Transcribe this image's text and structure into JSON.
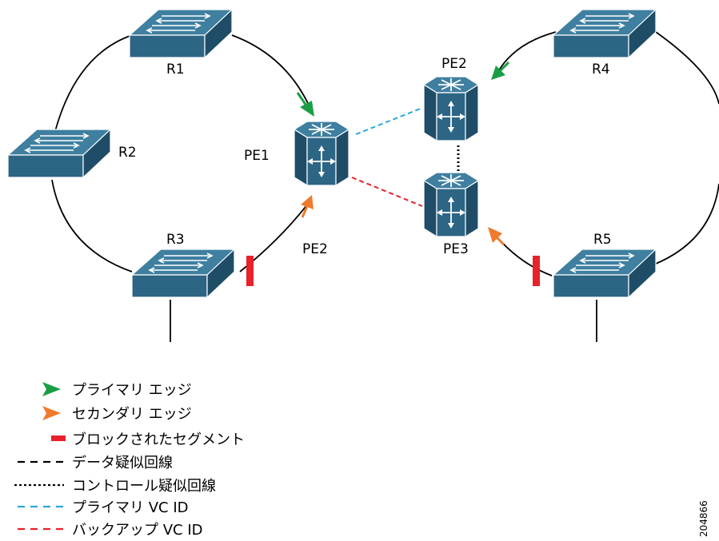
{
  "nodes": {
    "r1": "R1",
    "r2": "R2",
    "r3": "R3",
    "r4": "R4",
    "r5": "R5",
    "pe1": "PE1",
    "pe2_right": "PE2",
    "pe2_left": "PE2",
    "pe3": "PE3"
  },
  "legend": [
    {
      "label": "プライマリ エッジ",
      "swatch": "primary-edge-arrow",
      "color": "#1a9e45"
    },
    {
      "label": "セカンダリ エッジ",
      "swatch": "secondary-edge-arrow",
      "color": "#f07a2d"
    },
    {
      "label": "ブロックされたセグメント",
      "swatch": "blocked-segment-bar",
      "color": "#e8212a"
    },
    {
      "label": "データ疑似回線",
      "swatch": "data-pseudowire-line",
      "color": "#000000"
    },
    {
      "label": "コントロール疑似回線",
      "swatch": "control-pseudowire-line",
      "color": "#000000"
    },
    {
      "label": "プライマリ VC ID",
      "swatch": "primary-vcid-line",
      "color": "#2aa7dc"
    },
    {
      "label": "バックアップ VC ID",
      "swatch": "backup-vcid-line",
      "color": "#e8212a"
    }
  ],
  "figure_id": "204866",
  "colors": {
    "device_fill": "#2d6585",
    "device_top": "#3f7fa0",
    "device_side": "#1f4d68",
    "ring_line": "#000000"
  }
}
